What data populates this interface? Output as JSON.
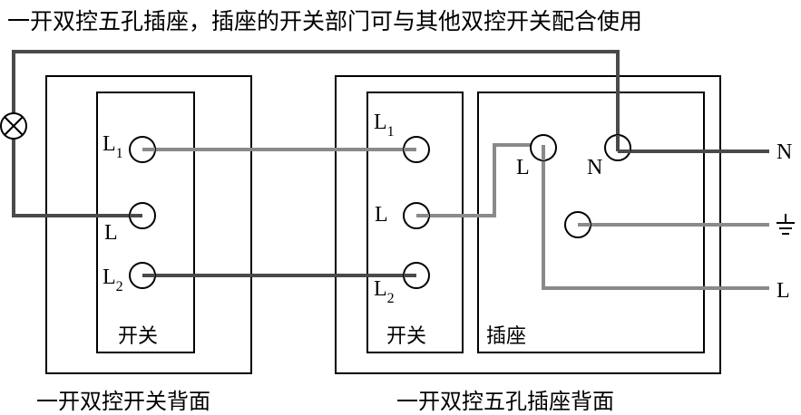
{
  "title": "一开双控五孔插座，插座的开关部门可与其他双控开关配合使用",
  "captions": {
    "switch_back": "一开双控开关背面",
    "socket_back": "一开双控五孔插座背面"
  },
  "switch_unit": {
    "panel_label": "开关",
    "terminals": [
      {
        "base": "L",
        "sub": "1"
      },
      {
        "base": "L",
        "sub": ""
      },
      {
        "base": "L",
        "sub": "2"
      }
    ]
  },
  "socket_unit": {
    "switch_panel_label": "开关",
    "switch_terminals": [
      {
        "base": "L",
        "sub": "1"
      },
      {
        "base": "L",
        "sub": ""
      },
      {
        "base": "L",
        "sub": "2"
      }
    ],
    "outlet_panel_label": "插座",
    "outlet_terminals": {
      "live": "L",
      "neutral": "N"
    }
  },
  "external_lines": {
    "neutral": "N",
    "ground": "⏚",
    "live": "L"
  },
  "icons": {
    "lamp": "lamp-icon",
    "ground": "ground-icon"
  },
  "colors": {
    "wire_dark": "#4a4a4a",
    "wire_gray": "#8a8a8a",
    "outline": "#000000"
  }
}
